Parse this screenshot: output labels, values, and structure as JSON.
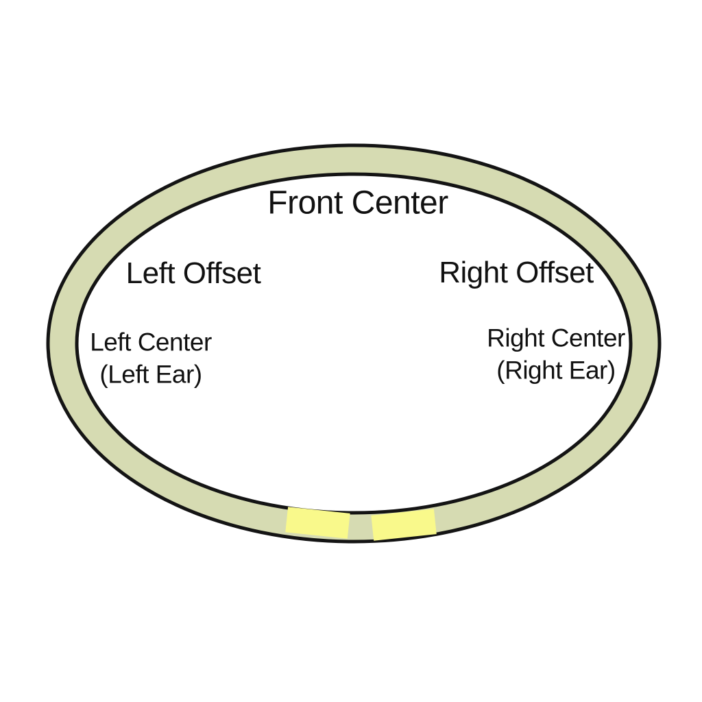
{
  "diagram": {
    "description": "Headband position diagram",
    "labels": {
      "front_center": "Front Center",
      "left_offset": "Left Offset",
      "right_offset": "Right Offset",
      "left_center_line1": "Left Center",
      "left_center_line2": "(Left Ear)",
      "right_center_line1": "Right Center",
      "right_center_line2": "(Right Ear)"
    },
    "colors": {
      "background": "#ffffff",
      "ring_fill": "#d6dbb2",
      "inner_fill": "#ffffff",
      "outline": "#141414",
      "highlight_segment": "#f9f98b",
      "text": "#111111"
    }
  }
}
